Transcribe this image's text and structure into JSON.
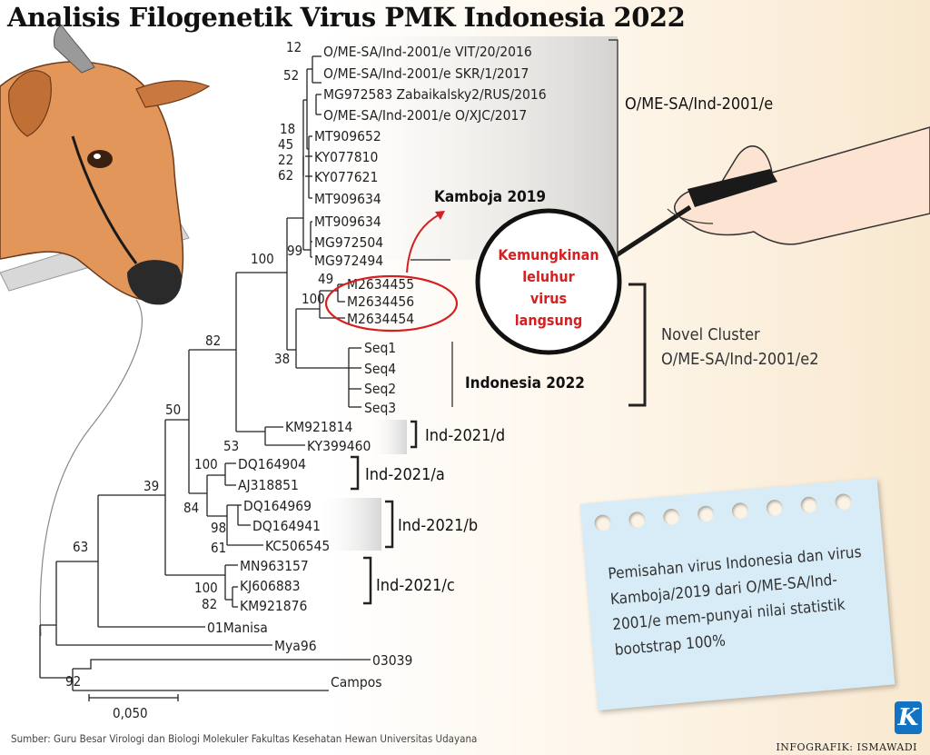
{
  "title": "Analisis Filogenetik Virus PMK Indonesia 2022",
  "tips": {
    "t1": "O/ME-SA/Ind-2001/e VIT/20/2016",
    "t2": "O/ME-SA/Ind-2001/e SKR/1/2017",
    "t3": "MG972583 Zabaikalsky2/RUS/2016",
    "t4": "O/ME-SA/Ind-2001/e O/XJC/2017",
    "t5": "MT909652",
    "t6": "KY077810",
    "t7": "KY077621",
    "t8": "MT909634",
    "t9": "MT909634",
    "t10": "MG972504",
    "t11": "MG972494",
    "t12": "M2634455",
    "t13": "M2634456",
    "t14": "M2634454",
    "t15": "Seq1",
    "t16": "Seq4",
    "t17": "Seq2",
    "t18": "Seq3",
    "t19": "KM921814",
    "t20": "KY399460",
    "t21": "DQ164904",
    "t22": "AJ318851",
    "t23": "DQ164969",
    "t24": "DQ164941",
    "t25": "KC506545",
    "t26": "MN963157",
    "t27": "KJ606883",
    "t28": "KM921876",
    "t29": "01Manisa",
    "t30": "Mya96",
    "t31": "03039",
    "t32": "Campos"
  },
  "bootstrap": {
    "b12": "12",
    "b52": "52",
    "b18": "18",
    "b45": "45",
    "b22": "22",
    "b62": "62",
    "b99": "99",
    "b100a": "100",
    "b49": "49",
    "b100b": "100",
    "b38": "38",
    "b82a": "82",
    "b53": "53",
    "b50": "50",
    "b100c": "100",
    "b84": "84",
    "b98": "98",
    "b61": "61",
    "b39": "39",
    "b100d": "100",
    "b82b": "82",
    "b63": "63",
    "b92": "92"
  },
  "groups": {
    "ome": "O/ME-SA/Ind-2001/e",
    "kamboja": "Kamboja 2019",
    "indonesia": "Indonesia 2022",
    "novel1": "Novel Cluster",
    "novel2": "O/ME-SA/Ind-2001/e2",
    "d": "Ind-2021/d",
    "a": "Ind-2021/a",
    "b": "Ind-2021/b",
    "c": "Ind-2021/c"
  },
  "ancestor": {
    "l1": "Kemungkinan",
    "l2": "leluhur",
    "l3": "virus",
    "l4": "langsung"
  },
  "scale": "0,050",
  "note": "Pemisahan virus Indonesia dan virus Kamboja/2019 dari O/ME-SA/Ind-2001/e mem-punyai nilai statistik bootstrap 100%",
  "source": "Sumber: Guru Besar Virologi dan Biologi Molekuler Fakultas Kesehatan Hewan Universitas Udayana",
  "credit": "INFOGRAFIK: ISMAWADI",
  "logo": "K",
  "colors": {
    "red": "#d42020",
    "cow": "#e3965a",
    "note": "#d8ecf8",
    "logo": "#1273c2"
  }
}
